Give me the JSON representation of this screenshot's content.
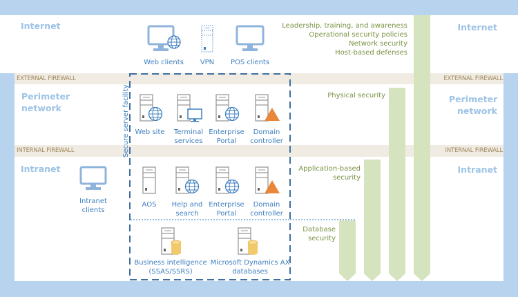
{
  "zones": {
    "internet": "Internet",
    "perimeter": "Perimeter network",
    "intranet": "Intranet"
  },
  "firewalls": {
    "external": "EXTERNAL FIREWALL",
    "internal": "INTERNAL FIREWALL"
  },
  "facility_label": "Secure server facility",
  "internet_nodes": [
    {
      "label": "Web clients",
      "icon": "monitor-globe-icon"
    },
    {
      "label": "VPN",
      "icon": "server-dotted-icon"
    },
    {
      "label": "POS clients",
      "icon": "monitor-icon"
    }
  ],
  "perimeter_nodes": [
    {
      "label": "Web site",
      "icon": "server-globe-icon"
    },
    {
      "label": "Terminal services",
      "icon": "server-monitor-icon"
    },
    {
      "label": "Enterprise Portal",
      "icon": "server-globe-icon"
    },
    {
      "label": "Domain controller",
      "icon": "server-triangle-icon"
    }
  ],
  "intranet_client": {
    "label": "Intranet clients",
    "icon": "monitor-icon"
  },
  "intranet_nodes": [
    {
      "label": "AOS",
      "icon": "server-icon"
    },
    {
      "label": "Help and search",
      "icon": "server-globe-icon"
    },
    {
      "label": "Enterprise Portal",
      "icon": "server-globe-icon"
    },
    {
      "label": "Domain controller",
      "icon": "server-triangle-icon"
    }
  ],
  "database_nodes": [
    {
      "label": "Business intelligence (SSAS/SSRS)",
      "icon": "server-database-icon"
    },
    {
      "label": "Microsoft Dynamics AX databases",
      "icon": "server-database-icon"
    }
  ],
  "security_layers": {
    "top": [
      "Leadership, training, and awareness",
      "Operational security policies",
      "Network security",
      "Host-based defenses"
    ],
    "physical": "Physical security",
    "application": "Application-based security",
    "database": "Database security"
  },
  "colors": {
    "frame": "#b8d3ed",
    "firewall_band": "#f0ece4",
    "arrow": "#d5e3bf",
    "node_text": "#3f7fbf",
    "security_text": "#7a9244",
    "triangle": "#e8873a",
    "database": "#f3c96e"
  }
}
